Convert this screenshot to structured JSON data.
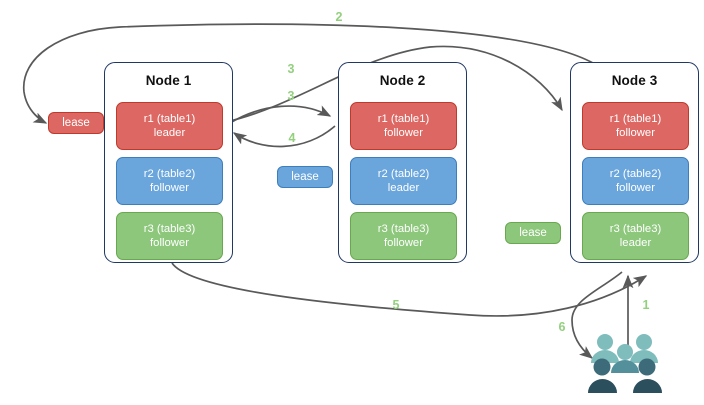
{
  "diagram": {
    "title": "raft-lease-replica-diagram",
    "background": "#ffffff"
  },
  "colors": {
    "red_fill": "#dd6763",
    "red_border": "#c0392b",
    "blue_fill": "#6aa5dc",
    "blue_border": "#3d7ebc",
    "green_fill": "#8cc77b",
    "green_border": "#6aa84f",
    "node_border": "#1f3864",
    "arrow": "#595959",
    "step_label": "#93d07e",
    "people_light": "#7fbcbc",
    "people_dark": "#3d6b7a",
    "people_darkest": "#2c4f5e"
  },
  "nodes": [
    {
      "title": "Node 1",
      "replicas": [
        {
          "line1": "r1 (table1)",
          "line2": "leader",
          "color": "red"
        },
        {
          "line1": "r2 (table2)",
          "line2": "follower",
          "color": "blue"
        },
        {
          "line1": "r3 (table3)",
          "line2": "follower",
          "color": "green"
        }
      ]
    },
    {
      "title": "Node 2",
      "replicas": [
        {
          "line1": "r1 (table1)",
          "line2": "follower",
          "color": "red"
        },
        {
          "line1": "r2 (table2)",
          "line2": "leader",
          "color": "blue"
        },
        {
          "line1": "r3 (table3)",
          "line2": "follower",
          "color": "green"
        }
      ]
    },
    {
      "title": "Node 3",
      "replicas": [
        {
          "line1": "r1 (table1)",
          "line2": "follower",
          "color": "red"
        },
        {
          "line1": "r2 (table2)",
          "line2": "follower",
          "color": "blue"
        },
        {
          "line1": "r3 (table3)",
          "line2": "leader",
          "color": "green"
        }
      ]
    }
  ],
  "leases": [
    {
      "label": "lease",
      "color": "red"
    },
    {
      "label": "lease",
      "color": "blue"
    },
    {
      "label": "lease",
      "color": "green"
    }
  ],
  "steps": [
    {
      "label": "1"
    },
    {
      "label": "2"
    },
    {
      "label": "3"
    },
    {
      "label": "3"
    },
    {
      "label": "4"
    },
    {
      "label": "5"
    },
    {
      "label": "6"
    }
  ],
  "actor": {
    "name": "users-icon"
  }
}
